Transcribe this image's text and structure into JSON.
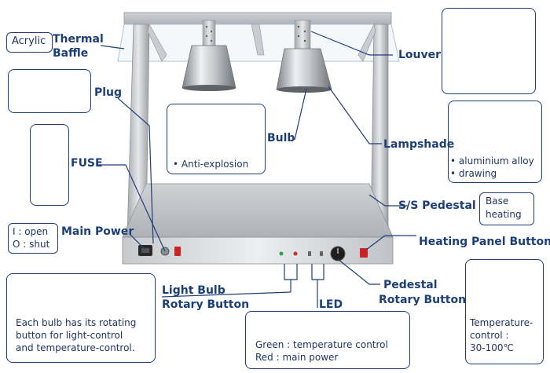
{
  "labels": {
    "acrylic": "Acrylic",
    "thermal_baffle": [
      "Thermal",
      "Baffle"
    ],
    "louver": "Louver",
    "plug": "Plug",
    "bulb": "Bulb",
    "anti_explosion": "• Anti-explosion",
    "lampshade": "Lampshade",
    "lampshade_notes": [
      "• aluminium alloy",
      "• drawing"
    ],
    "fuse": "FUSE",
    "fuse_cap": "FUSE",
    "ss_pedestal": "S/S Pedestal",
    "base_heating": [
      "Base",
      "heating"
    ],
    "main_power": "Main Power",
    "switch_states": [
      "I : open",
      "O : shut"
    ],
    "heating_panel_button": "Heating Panel Button",
    "pedestal_rotary_button": [
      "Pedestal",
      "Rotary Button"
    ],
    "light_bulb_rotary_button": [
      "Light Bulb",
      "Rotary Button"
    ],
    "led": "LED",
    "bulb_rotary_note": [
      "Each bulb has its rotating",
      "button for light-control",
      "and temperature-control."
    ],
    "led_notes": [
      "Green : temperature control",
      "Red : main power"
    ],
    "temperature_control": [
      "Temperature-",
      "control :",
      "30-100℃"
    ]
  },
  "colors": {
    "label_text": "#1c3f78",
    "callout_line": "#1e3f78",
    "steel_light": "#d8dadd",
    "steel_dark": "#8d9196",
    "led_green": "#3a9d48",
    "led_red": "#c53030"
  }
}
